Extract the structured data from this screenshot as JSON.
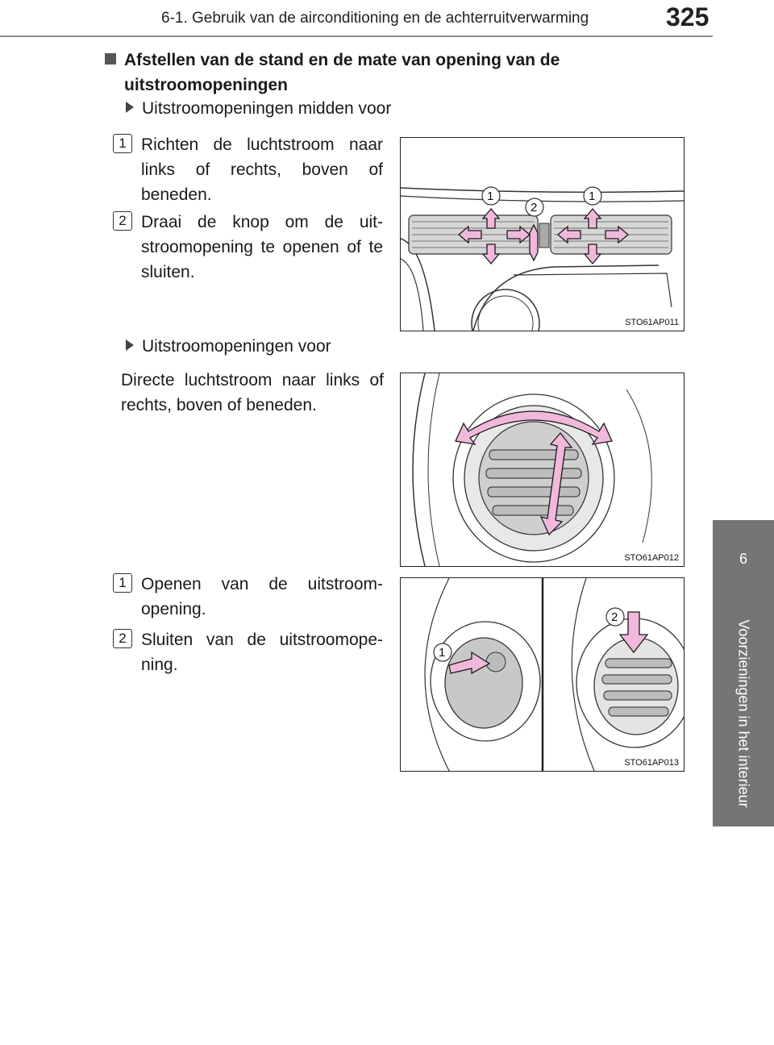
{
  "header": {
    "title": "6-1. Gebruik van de airconditioning en de achterruitverwarming",
    "page_number": "325"
  },
  "side_tab": {
    "chapter": "6",
    "label": "Voorzieningen in het interieur"
  },
  "section": {
    "heading": "Afstellen van de stand en de mate van opening van de uitstroomopeningen"
  },
  "block1": {
    "subheading": "Uitstroomopeningen midden voor",
    "items": [
      {
        "num": "1",
        "text": "Richten de luchtstroom naar links of rechts, boven of beneden."
      },
      {
        "num": "2",
        "text": "Draai de knop om de uit- stroomopening te openen of te sluiten."
      }
    ],
    "figure_code": "STO61AP011",
    "figure_callouts": [
      "1",
      "2",
      "1"
    ]
  },
  "block2": {
    "subheading": "Uitstroomopeningen voor",
    "text": "Directe luchtstroom naar links of rechts, boven of beneden.",
    "figure_code": "STO61AP012"
  },
  "block3": {
    "items": [
      {
        "num": "1",
        "text": "Openen van de uitstroom- opening."
      },
      {
        "num": "2",
        "text": "Sluiten van de uitstroomope- ning."
      }
    ],
    "figure_code": "STO61AP013",
    "figure_callouts": [
      "1",
      "2"
    ]
  },
  "colors": {
    "arrow_fill": "#f1b8dc",
    "arrow_stroke": "#1a1a1a",
    "side_tab": "#757575",
    "header_rule": "#8c8c8c"
  }
}
